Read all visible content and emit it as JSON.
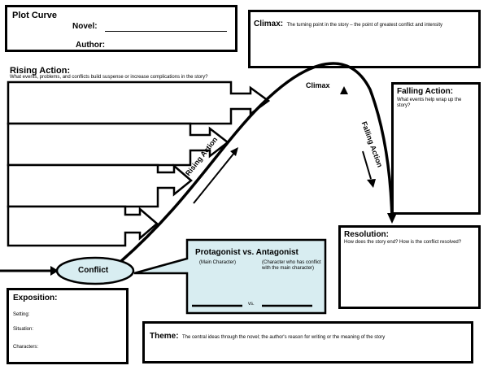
{
  "header": {
    "title": "Plot Curve",
    "novel_label": "Novel:",
    "author_label": "Author:"
  },
  "climax_box": {
    "title": "Climax:",
    "description": "The turning point in the story – the point of greatest conflict and intensity"
  },
  "rising_action": {
    "title": "Rising Action:",
    "description": "What events, problems, and conflicts build suspense or increase complications in the story?"
  },
  "falling_action": {
    "title": "Falling Action:",
    "description": "What events help wrap up the story?"
  },
  "resolution": {
    "title": "Resolution:",
    "description": "How does the story end?  How is the conflict resolved?"
  },
  "exposition": {
    "title": "Exposition:",
    "setting_label": "Setting:",
    "situation_label": "Situation:",
    "characters_label": "Characters:"
  },
  "theme": {
    "title": "Theme:",
    "description": "The central ideas through the novel; the author's reason for writing or the meaning of the story"
  },
  "protagonist_box": {
    "title": "Protagonist vs. Antagonist",
    "main_character": "(Main Character)",
    "antagonist_desc": "(Character who has conflict with the main character)",
    "vs": "vs."
  },
  "curve_labels": {
    "conflict": "Conflict",
    "rising": "Rising Action",
    "climax": "Climax",
    "falling": "Falling Action"
  },
  "colors": {
    "accent_fill": "#d8edf1",
    "line": "#000000"
  }
}
